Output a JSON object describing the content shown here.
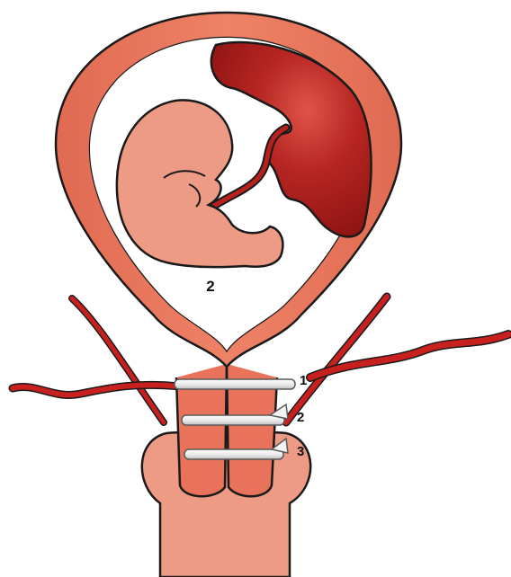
{
  "labels": {
    "embryo": "2",
    "suture_1": "1",
    "suture_2": "2",
    "suture_3": "3"
  },
  "colors": {
    "uterus_wall": "#E8735A",
    "uterus_outline": "#1a1a1a",
    "embryo": "#EE9B86",
    "placenta": "#A61E1E",
    "cord": "#B8201E",
    "vessel": "#C8201E",
    "suture": "#E9E9E9",
    "background": "#FFFFFF"
  }
}
